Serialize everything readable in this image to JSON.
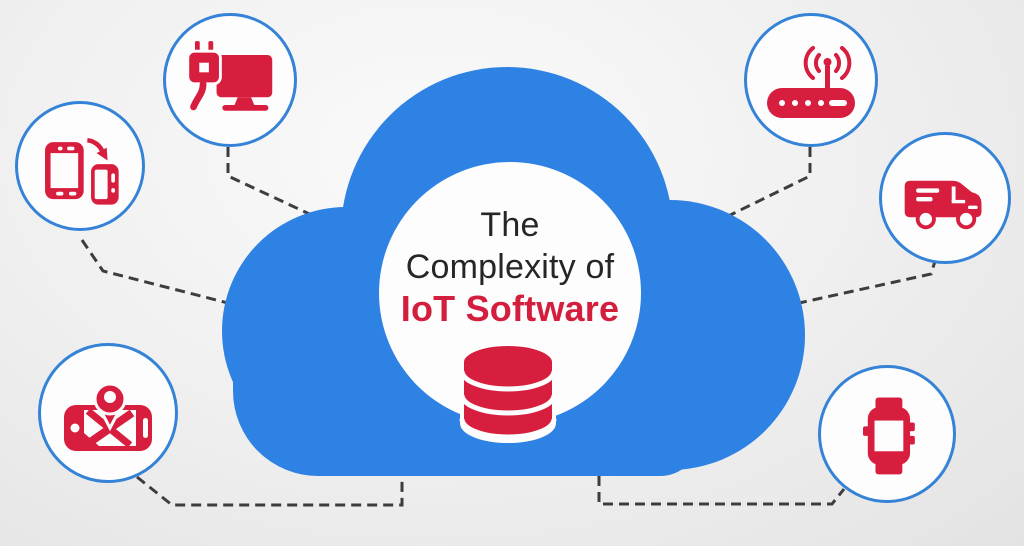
{
  "title": {
    "line1": "The",
    "line2": "Complexity of",
    "line3": "IoT Software"
  },
  "colors": {
    "cloud_blue": "#2e82e4",
    "circle_border": "#3583d6",
    "icon_red": "#d81e3e",
    "title_dark": "#262626",
    "title_red": "#d41e3e",
    "dash": "#3d3d3d"
  },
  "center": {
    "icon": "database-icon",
    "shape": "cloud"
  },
  "nodes": [
    {
      "id": "power-connection",
      "icon": "power-plug-monitor-icon",
      "position": "top-left"
    },
    {
      "id": "mobile-rotation",
      "icon": "rotating-phones-icon",
      "position": "left"
    },
    {
      "id": "gps-navigation",
      "icon": "gps-map-device-icon",
      "position": "bottom-left"
    },
    {
      "id": "wifi-router",
      "icon": "wifi-router-icon",
      "position": "top-right"
    },
    {
      "id": "delivery-van",
      "icon": "delivery-van-icon",
      "position": "right"
    },
    {
      "id": "smartwatch",
      "icon": "smartwatch-icon",
      "position": "bottom-right"
    }
  ]
}
